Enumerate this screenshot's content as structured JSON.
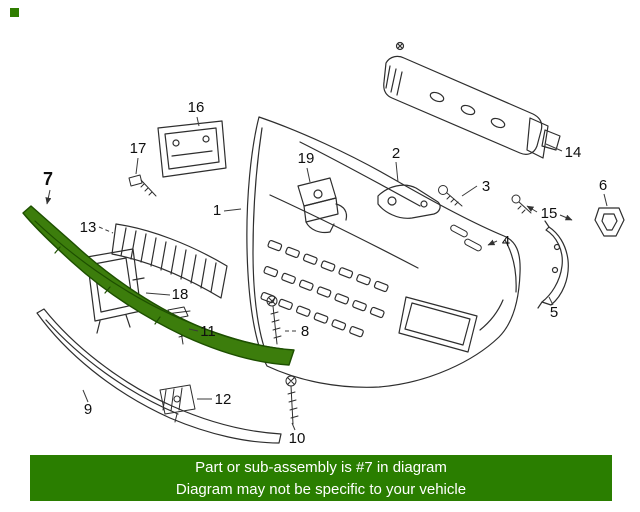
{
  "diagram": {
    "highlighted_part": "7",
    "highlight_fill": "#3c7d0c",
    "highlight_stroke": "#1d4f00",
    "line_color": "#2e2e2e",
    "callouts": [
      "1",
      "2",
      "3",
      "4",
      "5",
      "6",
      "7",
      "8",
      "9",
      "10",
      "11",
      "12",
      "13",
      "14",
      "15",
      "16",
      "17",
      "18",
      "19"
    ]
  },
  "legend": {
    "marker_color": "#2f7d00"
  },
  "banner": {
    "line1": "Part or sub-assembly is #7 in diagram",
    "line2": "Diagram may not be specific to your vehicle",
    "background": "#2a7e00",
    "text_color": "#ffffff"
  }
}
